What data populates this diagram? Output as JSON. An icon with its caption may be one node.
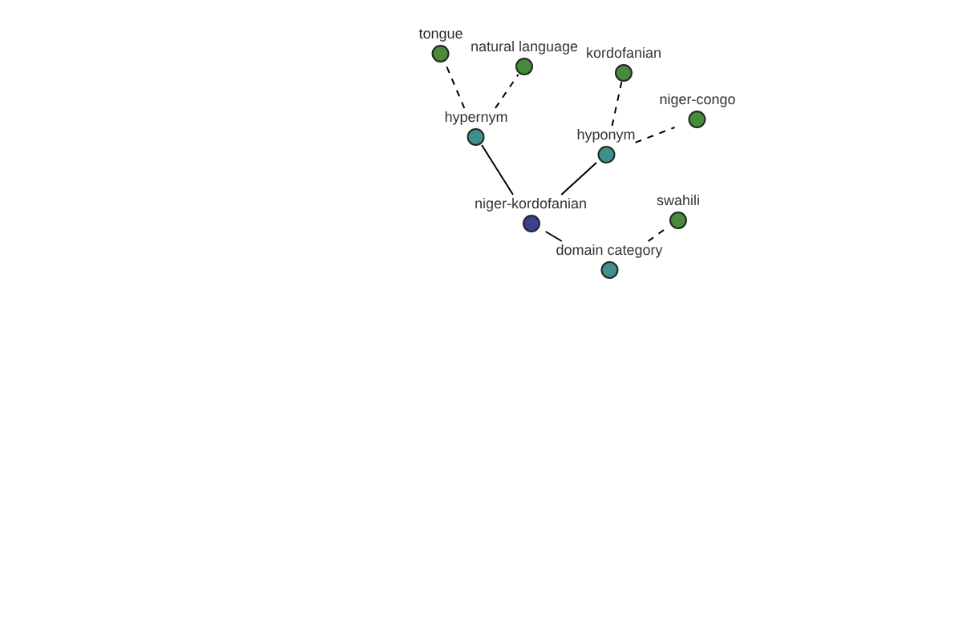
{
  "diagram": {
    "nodes": [
      {
        "text": [
          "tongue"
        ]
      },
      {
        "text": [
          "natural language"
        ]
      },
      {
        "text": [
          "kordofanian"
        ]
      },
      {
        "text": [
          "niger-congo"
        ]
      },
      {
        "text": [
          "hypernym"
        ]
      },
      {
        "text": [
          "hyponym"
        ]
      },
      {
        "text": [
          "niger-kordofanian"
        ]
      },
      {
        "text": [
          "swahili"
        ]
      },
      {
        "text": [
          "domain category"
        ]
      }
    ],
    "edges": [
      {
        "from": 4,
        "to": 0,
        "arrow": "none",
        "style": "dashed"
      },
      {
        "from": 4,
        "to": 1,
        "arrow": "none",
        "style": "dashed"
      },
      {
        "from": 5,
        "to": 2,
        "arrow": "none",
        "style": "dashed"
      },
      {
        "from": 5,
        "to": 3,
        "arrow": "none",
        "style": "dashed"
      },
      {
        "from": 6,
        "to": 4,
        "arrow": "none"
      },
      {
        "from": 6,
        "to": 5,
        "arrow": "none"
      },
      {
        "from": 6,
        "to": 8,
        "arrow": "none"
      },
      {
        "from": 8,
        "to": 7,
        "arrow": "none",
        "style": "dashed"
      }
    ]
  }
}
